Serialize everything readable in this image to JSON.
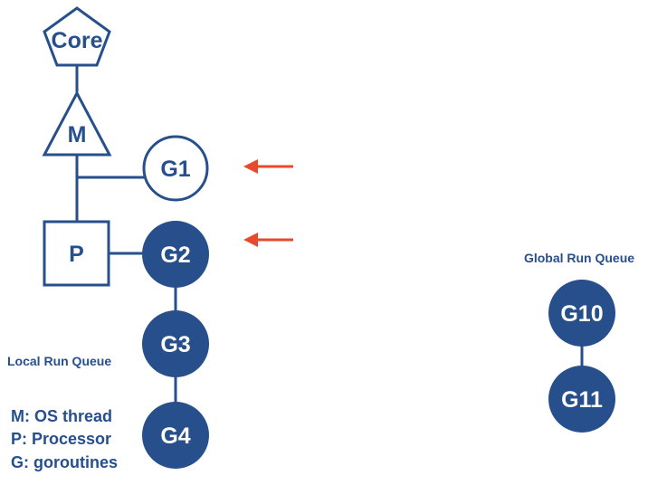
{
  "colors": {
    "primary": "#264f8c",
    "arrow": "#e84a2e",
    "background": "#ffffff"
  },
  "nodes": {
    "core": "Core",
    "m": "M",
    "p": "P",
    "g1": "G1",
    "g2": "G2",
    "g3": "G3",
    "g4": "G4",
    "g10": "G10",
    "g11": "G11"
  },
  "labels": {
    "local_run_queue": "Local Run Queue",
    "global_run_queue": "Global Run Queue"
  },
  "legend": {
    "m": "M: OS thread",
    "p": "P: Processor",
    "g": "G: goroutines"
  }
}
